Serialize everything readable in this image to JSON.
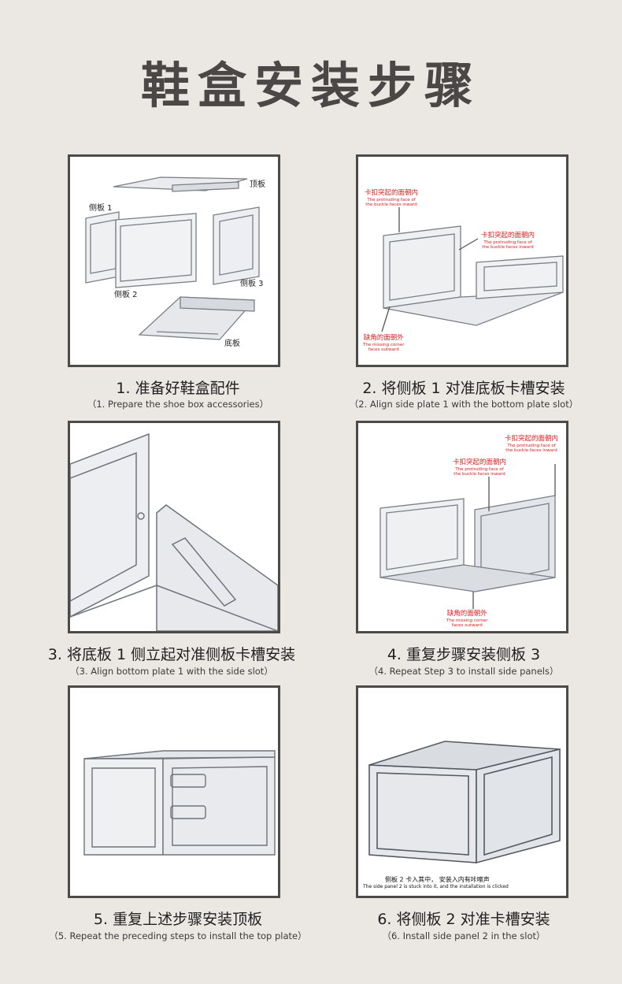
{
  "title": "鞋盒安装步骤",
  "steps": [
    {
      "caption": "1. 准备好鞋盒配件",
      "sub": "（1. Prepare the shoe box accessories）",
      "labels": {
        "top": "顶板",
        "side1": "侧板 1",
        "side2": "侧板 2",
        "side3": "侧板 3",
        "bottom": "底板"
      }
    },
    {
      "caption": "2. 将侧板 1 对准底板卡槽安装",
      "sub": "（2. Align side plate 1 with the bottom plate slot）",
      "notes": [
        {
          "zh": "卡扣突起的面朝内",
          "en1": "The protruding face of",
          "en2": "the buckle faces inward"
        },
        {
          "zh": "卡扣突起的面朝内",
          "en1": "The protruding face of",
          "en2": "the buckle faces inward"
        },
        {
          "zh": "缺角的面朝外",
          "en1": "The missing corner",
          "en2": "faces outward"
        }
      ]
    },
    {
      "caption": "3. 将底板 1 侧立起对准侧板卡槽安装",
      "sub": "（3. Align bottom plate 1 with the side slot）"
    },
    {
      "caption": "4. 重复步骤安装侧板 3",
      "sub": "（4. Repeat Step 3 to install side panels）",
      "notes": [
        {
          "zh": "卡扣突起的面朝内",
          "en1": "The protruding face of",
          "en2": "the buckle faces inward"
        },
        {
          "zh": "卡扣突起的面朝内",
          "en1": "The protruding face of",
          "en2": "the buckle faces inward"
        },
        {
          "zh": "缺角的面朝外",
          "en1": "The missing corner",
          "en2": "faces outward"
        }
      ]
    },
    {
      "caption": "5. 重复上述步骤安装顶板",
      "sub": "（5. Repeat the preceding steps to install the top plate）"
    },
    {
      "caption": "6. 将侧板 2 对准卡槽安装",
      "sub": "（6. Install side panel 2 in the slot）",
      "note": {
        "zh": "侧板 2 卡入其中，  安装入内有咔嚓声",
        "en": "The side panel 2 is stuck into it, and the installation is clicked"
      }
    }
  ]
}
